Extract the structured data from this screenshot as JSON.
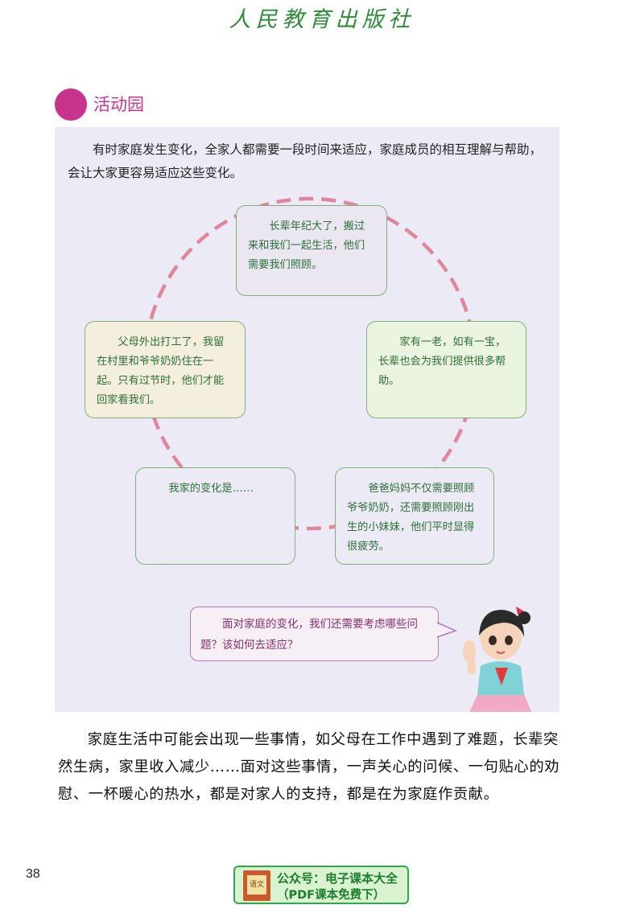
{
  "header": {
    "publisher": "人民教育出版社"
  },
  "section": {
    "title": "活动园"
  },
  "intro": "有时家庭发生变化，全家人都需要一段时间来适应，家庭成员的相互理解与帮助，会让大家更容易适应这些变化。",
  "cards": [
    {
      "text": "长辈年纪大了，搬过来和我们一起生活，他们需要我们照顾。"
    },
    {
      "text": "家有一老，如有一宝，长辈也会为我们提供很多帮助。"
    },
    {
      "text": "父母外出打工了，我留在村里和爷爷奶奶住在一起。只有过节时，他们才能回家看我们。"
    },
    {
      "text": "我家的变化是……"
    },
    {
      "text": "爸爸妈妈不仅需要照顾爷爷奶奶，还需要照顾刚出生的小妹妹，他们平时显得很疲劳。"
    }
  ],
  "speech_bubble": "面对家庭的变化，我们还需要考虑哪些问题？该如何去适应？",
  "body_text": "家庭生活中可能会出现一些事情，如父母在工作中遇到了难题，长辈突然生病，家里收入减少……面对这些事情，一声关心的问候、一句贴心的劝慰、一杯暖心的热水，都是对家人的支持，都是在为家庭作贡献。",
  "page_number": "38",
  "promo": {
    "line1": "公众号：电子课本大全",
    "line2": "（PDF课本免费下）",
    "icon_text": "语文"
  },
  "colors": {
    "accent": "#c8338c",
    "ring": "#e0859e",
    "card_border": "#7fb27b",
    "publisher_green": "#2f8a3a"
  }
}
